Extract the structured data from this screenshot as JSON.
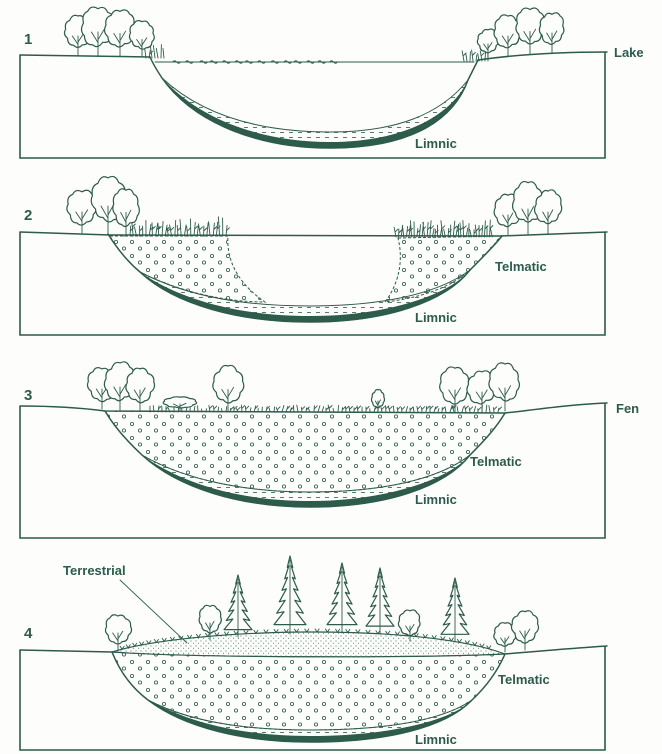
{
  "panels": [
    {
      "number": "1",
      "side_label": "Lake",
      "labels": {
        "limnic": "Limnic"
      }
    },
    {
      "number": "2",
      "labels": {
        "telmatic": "Telmatic",
        "limnic": "Limnic"
      }
    },
    {
      "number": "3",
      "side_label": "Fen",
      "labels": {
        "telmatic": "Telmatic",
        "limnic": "Limnic"
      }
    },
    {
      "number": "4",
      "labels": {
        "terrestrial": "Terrestrial",
        "telmatic": "Telmatic",
        "limnic": "Limnic"
      }
    }
  ],
  "colors": {
    "line": "#2d5b4c",
    "background": "#fdfdfb"
  }
}
